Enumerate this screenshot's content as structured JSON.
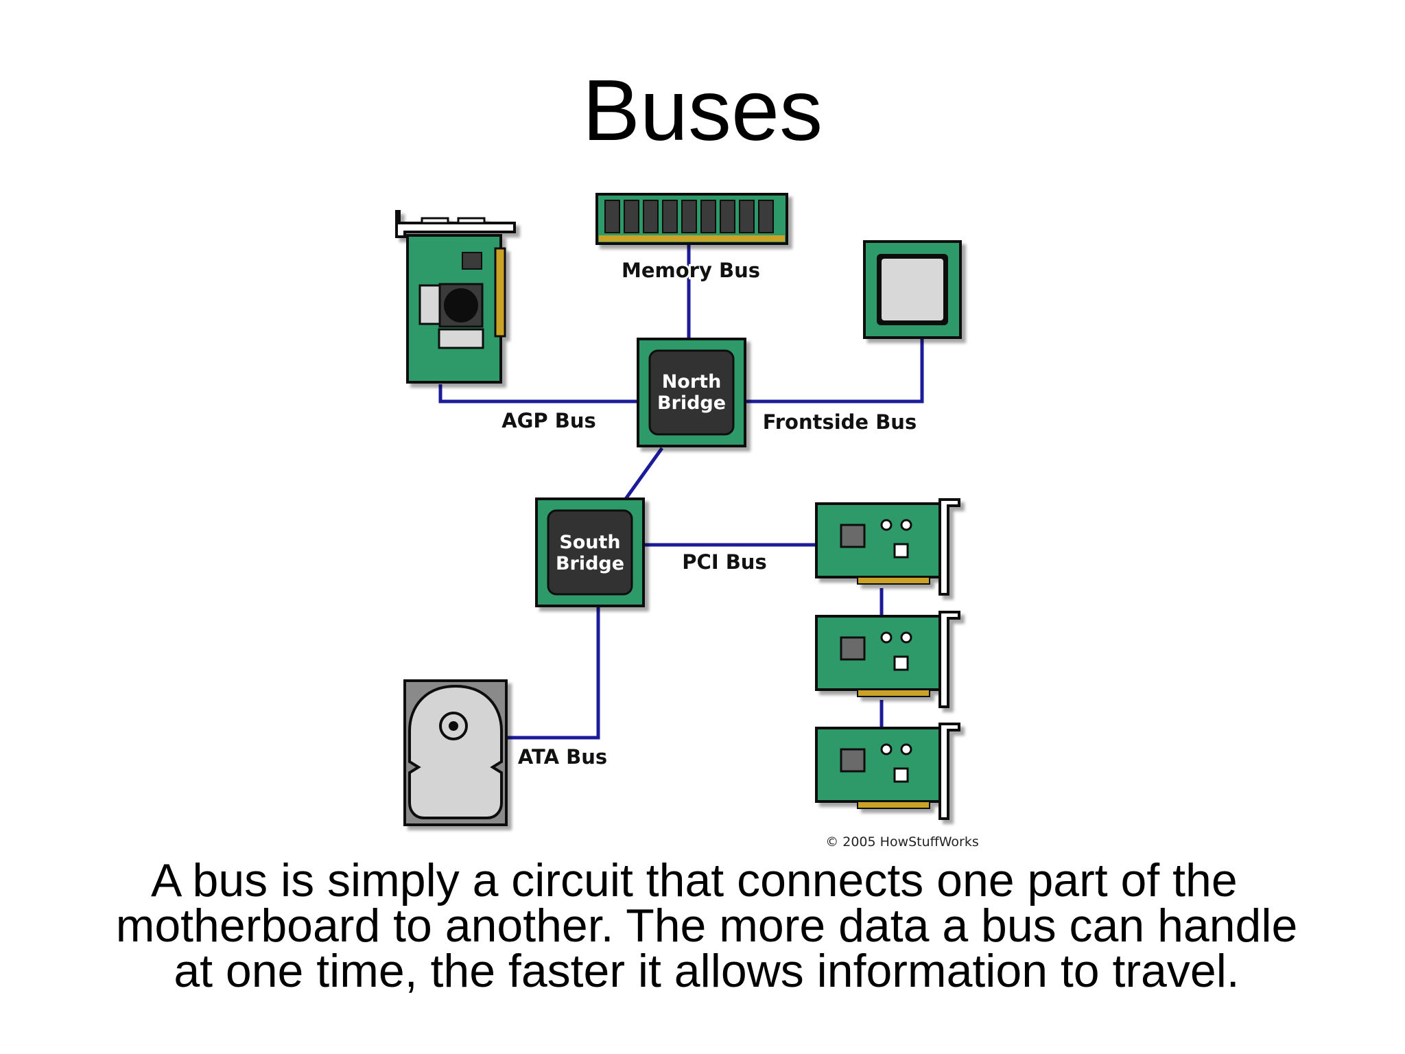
{
  "title": "Buses",
  "diagram": {
    "memory_bus": "Memory Bus",
    "agp_bus": "AGP Bus",
    "frontside_bus": "Frontside Bus",
    "north_bridge_line1": "North",
    "north_bridge_line2": "Bridge",
    "south_bridge_line1": "South",
    "south_bridge_line2": "Bridge",
    "pci_bus": "PCI Bus",
    "ata_bus": "ATA Bus",
    "copyright": "© 2005 HowStuffWorks"
  },
  "caption": {
    "line1": "A bus is simply a circuit that connects one part of the",
    "line2": "motherboard to another. The more data a bus can handle",
    "line3": "at one time, the faster it allows information to travel."
  },
  "colors": {
    "board_green": "#2f9a6a",
    "bus_blue": "#1c1c9a",
    "chip_dark": "#333333",
    "gold": "#c9a227"
  }
}
